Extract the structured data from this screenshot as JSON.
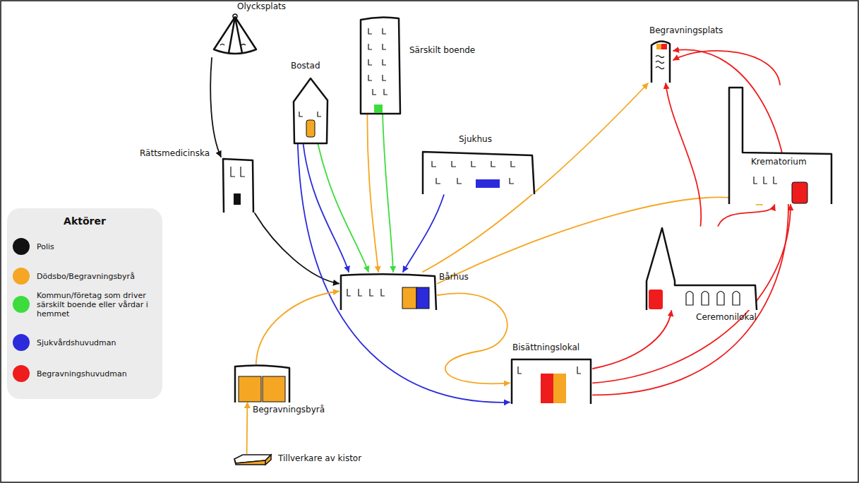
{
  "diagram": {
    "nodes": [
      {
        "text": [
          "Olycksplats"
        ]
      },
      {
        "text": [
          "Särskilt boende"
        ]
      },
      {
        "text": [
          "Begravningsplats"
        ]
      },
      {
        "text": [
          "Bostad"
        ]
      },
      {
        "text": [
          "Sjukhus"
        ]
      },
      {
        "text": [
          "Rättsmedicinska"
        ]
      },
      {
        "text": [
          "Krematorium"
        ]
      },
      {
        "text": [
          "Bårhus"
        ]
      },
      {
        "text": [
          "Ceremonilokal"
        ]
      },
      {
        "text": [
          "Bisättningslokal"
        ]
      },
      {
        "text": [
          "Begravningsbyrå"
        ]
      },
      {
        "text": [
          "Tillverkare av kistor"
        ]
      }
    ],
    "edges": [
      {
        "from": 0,
        "to": 5,
        "arrow": "to"
      },
      {
        "from": 5,
        "to": 7,
        "arrow": "to"
      },
      {
        "from": 3,
        "to": 7,
        "arrow": "to"
      },
      {
        "from": 3,
        "to": 7,
        "arrow": "to"
      },
      {
        "from": 1,
        "to": 7,
        "arrow": "to"
      },
      {
        "from": 1,
        "to": 7,
        "arrow": "to"
      },
      {
        "from": 4,
        "to": 7,
        "arrow": "to"
      },
      {
        "from": 3,
        "to": 9,
        "arrow": "to"
      },
      {
        "from": 10,
        "to": 7,
        "arrow": "to"
      },
      {
        "from": 11,
        "to": 10,
        "arrow": "to"
      },
      {
        "from": 7,
        "to": 2,
        "arrow": "to"
      },
      {
        "from": 7,
        "to": 6,
        "arrow": "to"
      },
      {
        "from": 7,
        "to": 9,
        "arrow": "to"
      },
      {
        "from": 9,
        "to": 8,
        "arrow": "to"
      },
      {
        "from": 9,
        "to": 6,
        "arrow": "to"
      },
      {
        "from": 9,
        "to": 2,
        "arrow": "to"
      },
      {
        "from": 8,
        "to": 2,
        "arrow": "to"
      },
      {
        "from": 8,
        "to": 6,
        "arrow": "to"
      },
      {
        "from": 6,
        "to": 2,
        "arrow": "to"
      }
    ],
    "labels": [
      "Aktörer"
    ],
    "legend": [
      {
        "text": "Polis",
        "color": "#111111"
      },
      {
        "text": "Dödsbo/Begravningsbyrå",
        "color": "#f5a623"
      },
      {
        "text": "Kommun/företag som driver särskilt boende eller vårdar i hemmet",
        "color": "#3ddc3d"
      },
      {
        "text": "Sjukvårdshuvudman",
        "color": "#2b2bdb"
      },
      {
        "text": "Begravningshuvudman",
        "color": "#ee1c1c"
      }
    ]
  }
}
